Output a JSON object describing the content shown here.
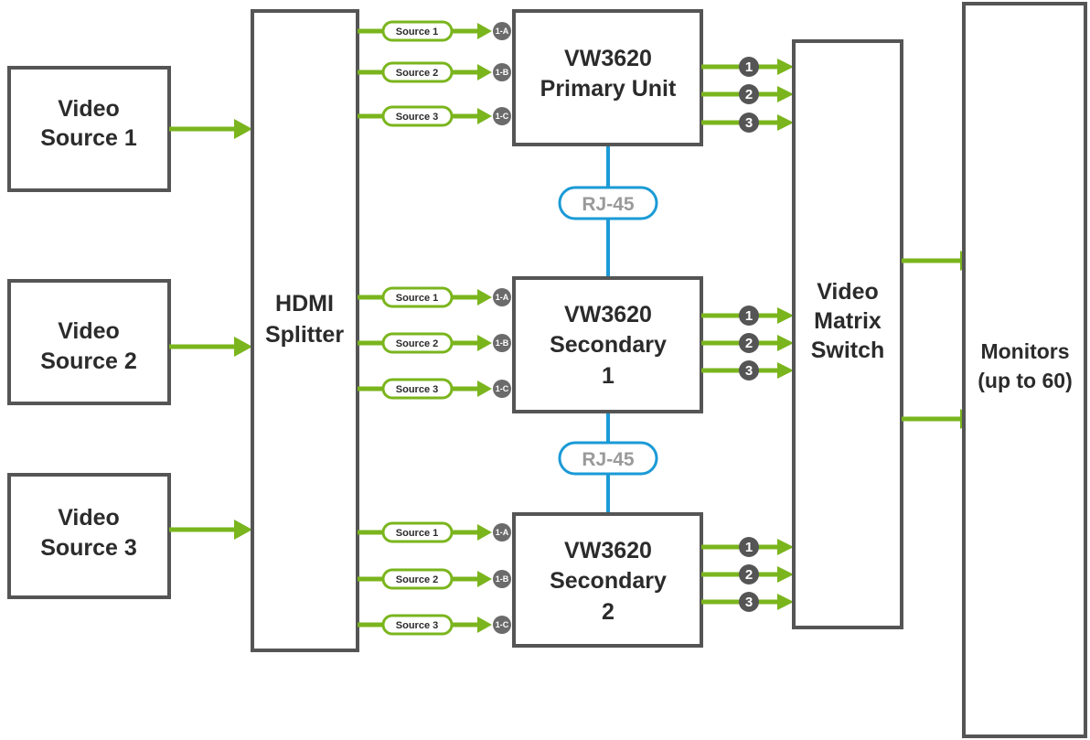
{
  "sources": [
    {
      "line1": "Video",
      "line2": "Source 1"
    },
    {
      "line1": "Video",
      "line2": "Source 2"
    },
    {
      "line1": "Video",
      "line2": "Source 3"
    }
  ],
  "splitter": {
    "line1": "HDMI",
    "line2": "Splitter"
  },
  "units": [
    {
      "line1": "VW3620",
      "line2": "Primary Unit",
      "line3": ""
    },
    {
      "line1": "VW3620",
      "line2": "Secondary",
      "line3": "1"
    },
    {
      "line1": "VW3620",
      "line2": "Secondary",
      "line3": "2"
    }
  ],
  "input_labels": [
    "Source 1",
    "Source 2",
    "Source 3"
  ],
  "port_labels": [
    "1-A",
    "1-B",
    "1-C"
  ],
  "output_numbers": [
    "1",
    "2",
    "3"
  ],
  "link_label": "RJ-45",
  "matrix": {
    "line1": "Video",
    "line2": "Matrix",
    "line3": "Switch"
  },
  "monitors": {
    "line1": "Monitors",
    "line2": "(up to 60)"
  },
  "colors": {
    "arrow": "#7ab51d",
    "link": "#1a9ad6",
    "box_border": "#555555"
  }
}
